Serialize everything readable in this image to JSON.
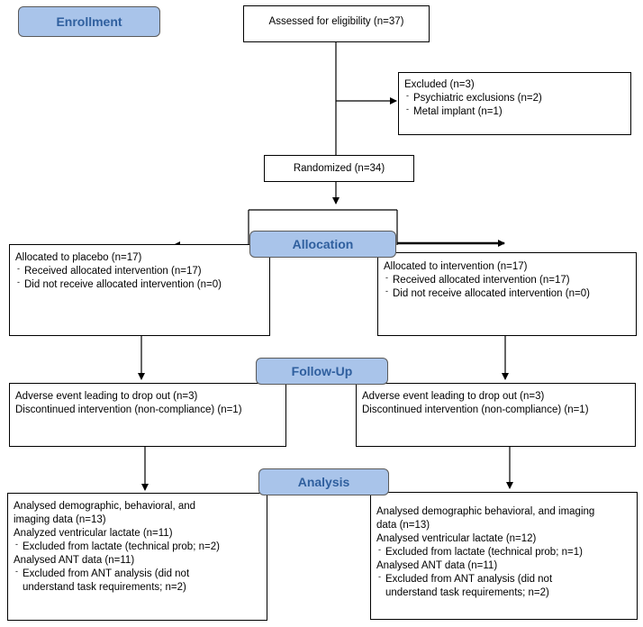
{
  "stages": {
    "enrollment": "Enrollment",
    "allocation": "Allocation",
    "followup": "Follow-Up",
    "analysis": "Analysis"
  },
  "assessed": "Assessed for eligibility (n=37)",
  "excluded": {
    "title": "Excluded (n=3)",
    "items": [
      "Psychiatric exclusions (n=2)",
      "Metal implant  (n=1)"
    ]
  },
  "randomized": "Randomized (n=34)",
  "placebo": {
    "allocation": {
      "title": "Allocated to placebo (n=17)",
      "items": [
        "Received allocated intervention (n=17)",
        "Did not receive allocated intervention  (n=0)"
      ]
    },
    "followup": [
      "Adverse event leading to drop out (n=3)",
      "Discontinued intervention (non-compliance) (n=1)"
    ],
    "analysis": {
      "line1": "Analysed demographic, behavioral, and",
      "line2": "imaging data (n=13)",
      "line3": "Analyzed ventricular lactate (n=11)",
      "item1": "Excluded from lactate (technical prob; n=2)",
      "line4": "Analysed ANT data (n=11)",
      "item2a": "Excluded from ANT analysis (did not",
      "item2b": "understand task requirements; n=2)"
    }
  },
  "intervention": {
    "allocation": {
      "title": "Allocated to intervention (n=17)",
      "items": [
        "Received allocated intervention (n=17)",
        "Did not receive allocated intervention (n=0)"
      ]
    },
    "followup": [
      "Adverse event leading to drop out (n=3)",
      "Discontinued intervention (non-compliance) (n=1)"
    ],
    "analysis": {
      "line1": "Analysed demographic behavioral, and imaging",
      "line2": "data (n=13)",
      "line3": "Analysed ventricular lactate (n=12)",
      "item1": "Excluded from lactate (technical prob; n=1)",
      "line4": "Analysed ANT data (n=11)",
      "item2a": "Excluded from ANT analysis (did not",
      "item2b": "understand task requirements; n=2)"
    }
  }
}
